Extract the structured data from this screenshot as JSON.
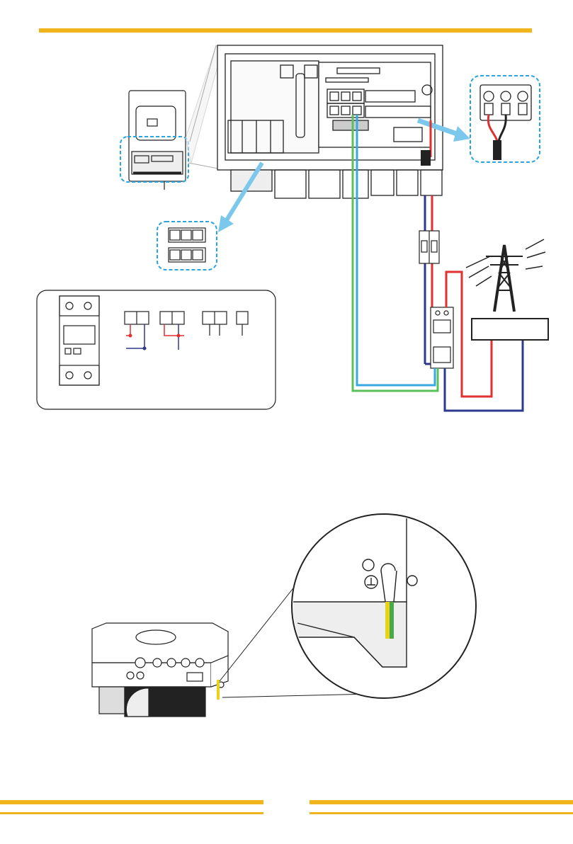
{
  "page": {
    "number": "",
    "accent_color": "#f0b41c"
  },
  "colors": {
    "line_red": "#e03030",
    "line_blue": "#2c3a8c",
    "line_cyan": "#3aa8e0",
    "line_green": "#5cc05a",
    "highlight_dashed": "#2aa4de",
    "earth_yellow": "#e8d21c",
    "earth_green": "#4aa84a"
  },
  "diagram_top": {
    "components": [
      "inverter-wiring-compartment",
      "inverter-overview",
      "rj45-ports-detail",
      "grid-terminal-detail",
      "ac-breaker",
      "energy-meter",
      "utility-grid",
      "meter-wiring-legend"
    ]
  },
  "diagram_bottom": {
    "components": [
      "inverter-3d-view",
      "ground-terminal-zoom"
    ]
  }
}
